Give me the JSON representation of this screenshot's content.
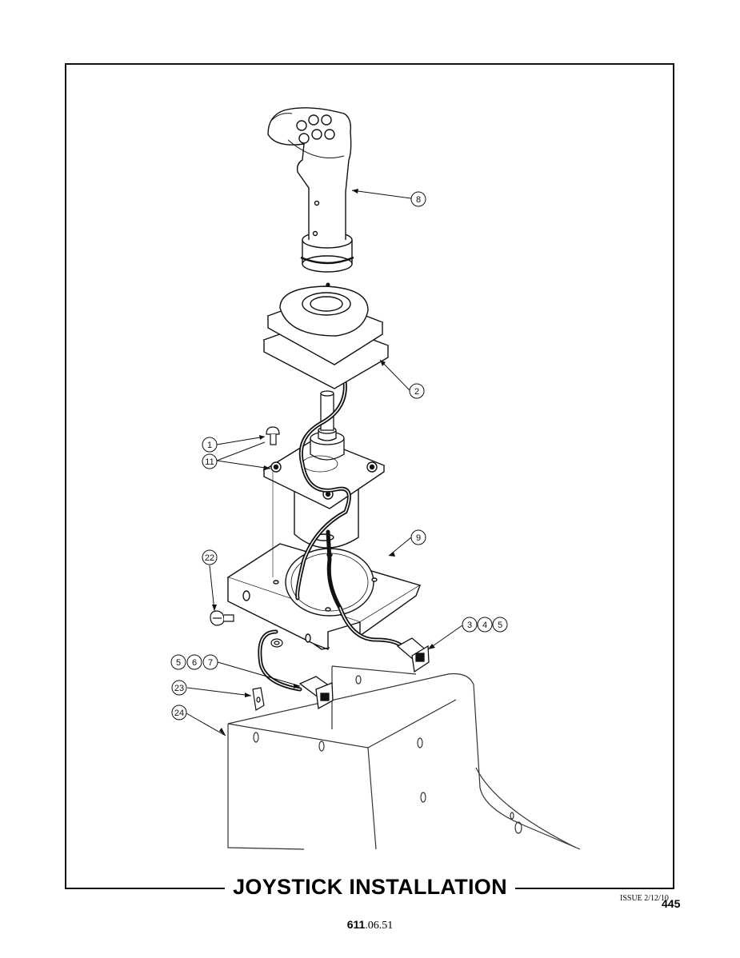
{
  "title": "JOYSTICK INSTALLATION",
  "issue": "ISSUE 2/12/10",
  "page_number": "445",
  "doc_number": {
    "bold": "611",
    "rest": ".06.51"
  },
  "callouts": {
    "c1": "1",
    "c2": "2",
    "c3": "3",
    "c4": "4",
    "c5a": "5",
    "c5b": "5",
    "c6": "6",
    "c7": "7",
    "c8": "8",
    "c9": "9",
    "c11": "11",
    "c22": "22",
    "c23": "23",
    "c24": "24"
  }
}
